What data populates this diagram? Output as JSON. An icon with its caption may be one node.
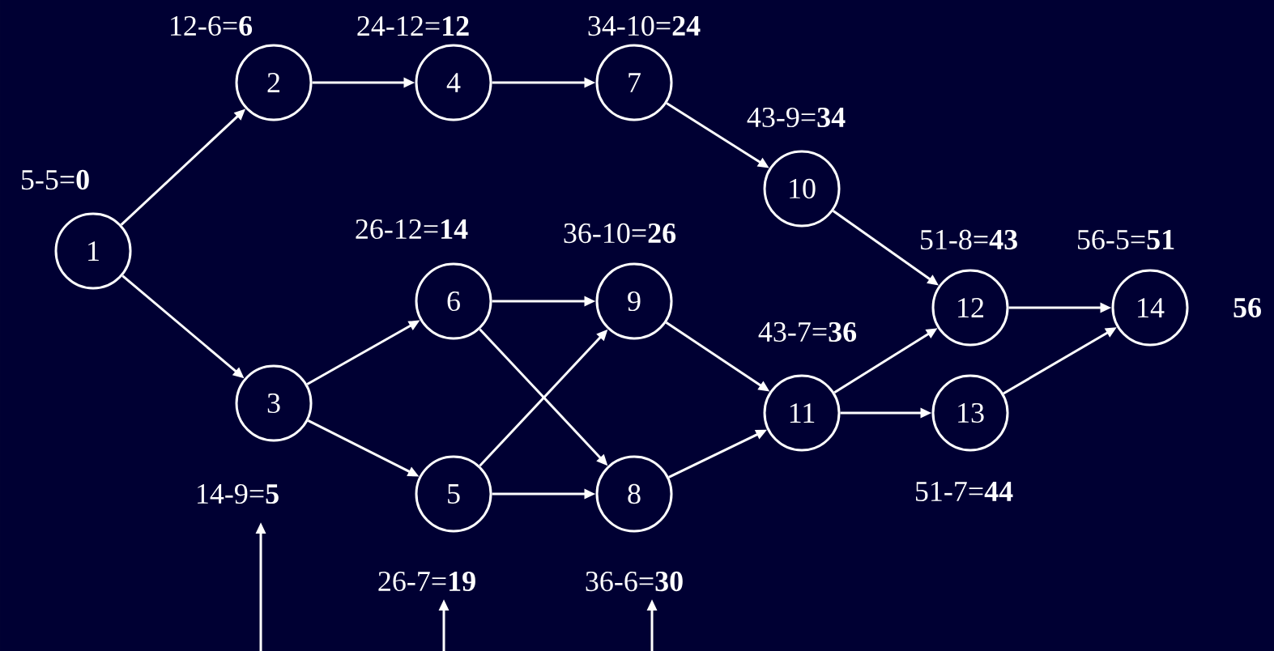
{
  "diagram": {
    "nodes": [
      {
        "text": [
          "1"
        ],
        "beside": [
          "5-5=**0**"
        ]
      },
      {
        "text": [
          "2"
        ],
        "beside": [
          "12-6=**6**"
        ]
      },
      {
        "text": [
          "3"
        ],
        "beside": [
          "14-9=**5**"
        ]
      },
      {
        "text": [
          "4"
        ],
        "beside": [
          "24-12=**12**"
        ]
      },
      {
        "text": [
          "5"
        ],
        "beside": [
          "26-7=**19**"
        ]
      },
      {
        "text": [
          "6"
        ],
        "beside": [
          "26-12=**14**"
        ]
      },
      {
        "text": [
          "7"
        ],
        "beside": [
          "34-10=**24**"
        ]
      },
      {
        "text": [
          "8"
        ],
        "beside": [
          "36-6=**30**"
        ]
      },
      {
        "text": [
          "9"
        ],
        "beside": [
          "36-10=**26**"
        ]
      },
      {
        "text": [
          "10"
        ],
        "beside": [
          "43-9=**34**"
        ]
      },
      {
        "text": [
          "11"
        ],
        "beside": [
          "43-7=**36**"
        ]
      },
      {
        "text": [
          "12"
        ],
        "beside": [
          "51-8=**43**"
        ]
      },
      {
        "text": [
          "13"
        ],
        "beside": [
          "51-7=**44**"
        ]
      },
      {
        "text": [
          "14"
        ],
        "beside": [
          "56-5=**51**",
          "**56**"
        ]
      }
    ],
    "edges": [
      {
        "from": 0,
        "to": 1,
        "arrow": "to"
      },
      {
        "from": 0,
        "to": 2,
        "arrow": "to"
      },
      {
        "from": 1,
        "to": 3,
        "arrow": "to"
      },
      {
        "from": 3,
        "to": 6,
        "arrow": "to"
      },
      {
        "from": 6,
        "to": 9,
        "arrow": "to"
      },
      {
        "from": 9,
        "to": 11,
        "arrow": "to"
      },
      {
        "from": 2,
        "to": 5,
        "arrow": "to"
      },
      {
        "from": 2,
        "to": 4,
        "arrow": "to"
      },
      {
        "from": 5,
        "to": 8,
        "arrow": "to"
      },
      {
        "from": 5,
        "to": 7,
        "arrow": "to"
      },
      {
        "from": 4,
        "to": 8,
        "arrow": "to"
      },
      {
        "from": 4,
        "to": 7,
        "arrow": "to"
      },
      {
        "from": 8,
        "to": 10,
        "arrow": "to"
      },
      {
        "from": 7,
        "to": 10,
        "arrow": "to"
      },
      {
        "from": 10,
        "to": 11,
        "arrow": "to"
      },
      {
        "from": 10,
        "to": 12,
        "arrow": "to"
      },
      {
        "from": 11,
        "to": 13,
        "arrow": "to"
      },
      {
        "from": 12,
        "to": 13,
        "arrow": "to"
      }
    ]
  }
}
